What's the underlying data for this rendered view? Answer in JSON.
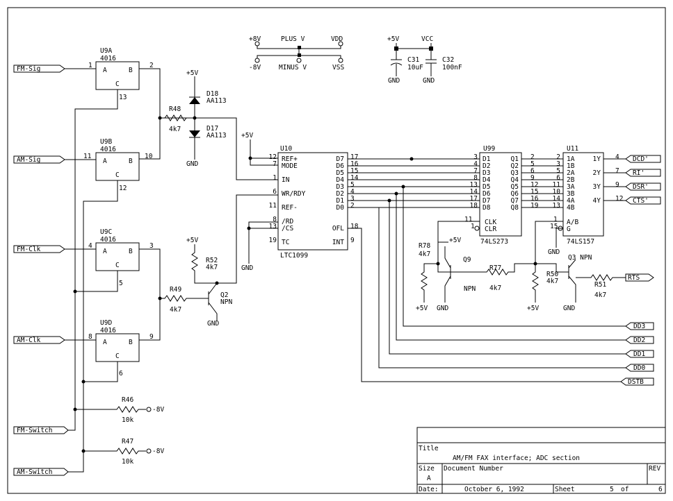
{
  "title_block": {
    "title_label": "Title",
    "title": "AM/FM FAX interface; ADC section",
    "size_label": "Size",
    "size": "A",
    "document_number_label": "Document Number",
    "rev_label": "REV",
    "date_label": "Date:",
    "date": "October  6, 1992",
    "sheet_label": "Sheet",
    "sheet_num": "5",
    "sheet_of": "of",
    "sheet_total": "6"
  },
  "ports": {
    "fm_sig": "FM-Sig",
    "am_sig": "AM-Sig",
    "fm_clk": "FM-Clk",
    "am_clk": "AM-Clk",
    "fm_switch": "FM-Switch",
    "am_switch": "AM-Switch",
    "dcd": "DCD'",
    "ri": "RI'",
    "dsr": "DSR'",
    "cts": "CTS'",
    "rts": "RTS",
    "dd3": "DD3",
    "dd2": "DD2",
    "dd1": "DD1",
    "dd0": "DD0",
    "dstb": "DSTB"
  },
  "u9": {
    "a": "U9A",
    "b": "U9B",
    "c": "U9C",
    "d": "U9D",
    "part": "4016",
    "pin_a": "A",
    "pin_b": "B",
    "pin_c": "C",
    "a_p1": "1",
    "a_p2": "2",
    "a_p13": "13",
    "b_p11": "11",
    "b_p10": "10",
    "b_p12": "12",
    "c_p4": "4",
    "c_p3": "3",
    "c_p5": "5",
    "d_p8": "8",
    "d_p9": "9",
    "d_p6": "6"
  },
  "power": {
    "plus8": "+8V",
    "plus_v": "PLUS V",
    "vdd": "VDD",
    "minus8": "-8V",
    "minus_v": "MINUS V",
    "vss": "VSS",
    "plus5": "+5V",
    "vcc": "VCC",
    "gnd": "GND",
    "minus8_r": "-8V"
  },
  "caps": {
    "c31": "C31",
    "c31_val": "10uF",
    "c32": "C32",
    "c32_val": "100nF"
  },
  "diodes": {
    "d18": "D18",
    "d17": "D17",
    "part": "AA113"
  },
  "resistors": {
    "r48": "R48",
    "r48_val": "4k7",
    "r49": "R49",
    "r49_val": "4k7",
    "r52": "R52",
    "r52_val": "4k7",
    "r46": "R46",
    "r46_val": "10k",
    "r47": "R47",
    "r47_val": "10k",
    "r78": "R78",
    "r78_val": "4k7",
    "r77": "R77",
    "r77_val": "4k7",
    "r50": "R50",
    "r50_val": "4k7",
    "r51": "R51",
    "r51_val": "4k7"
  },
  "transistors": {
    "q2": "Q2",
    "q2_type": "NPN",
    "q9": "Q9",
    "q9_type": "NPN",
    "q3": "Q3 NPN"
  },
  "u10": {
    "ref": "U10",
    "part": "LTC1099",
    "left_pins": [
      "REF+",
      "MODE",
      "IN",
      "WR/RDY",
      "REF-",
      "/RD",
      "/CS",
      "TC"
    ],
    "left_nums": [
      "12",
      "7",
      "1",
      "6",
      "11",
      "8",
      "13",
      "19"
    ],
    "right_pins": [
      "D7",
      "D6",
      "D5",
      "D4",
      "D3",
      "D2",
      "D1",
      "D0",
      "OFL",
      "INT"
    ],
    "right_nums": [
      "17",
      "16",
      "15",
      "14",
      "5",
      "4",
      "3",
      "2",
      "18",
      "9"
    ]
  },
  "u99": {
    "ref": "U99",
    "part": "74LS273",
    "d_pins": [
      "D1",
      "D2",
      "D3",
      "D4",
      "D5",
      "D6",
      "D7",
      "D8"
    ],
    "d_nums": [
      "3",
      "4",
      "7",
      "8",
      "13",
      "14",
      "17",
      "18"
    ],
    "q_pins": [
      "Q1",
      "Q2",
      "Q3",
      "Q4",
      "Q5",
      "Q6",
      "Q7",
      "Q8"
    ],
    "q_nums": [
      "2",
      "5",
      "6",
      "9",
      "12",
      "15",
      "16",
      "19"
    ],
    "clk": "CLK",
    "clr": "CLR",
    "clk_n": "11",
    "clr_n": "1"
  },
  "u11": {
    "ref": "U11",
    "part": "74LS157",
    "in_pins": [
      "1A",
      "1B",
      "2A",
      "2B",
      "3A",
      "3B",
      "4A",
      "4B"
    ],
    "in_nums": [
      "2",
      "3",
      "5",
      "6",
      "11",
      "10",
      "14",
      "13"
    ],
    "out_pins": [
      "1Y",
      "2Y",
      "3Y",
      "4Y"
    ],
    "out_nums": [
      "4",
      "7",
      "9",
      "12"
    ],
    "ab": "A/B",
    "g": "G",
    "ab_n": "1",
    "g_n": "15"
  }
}
